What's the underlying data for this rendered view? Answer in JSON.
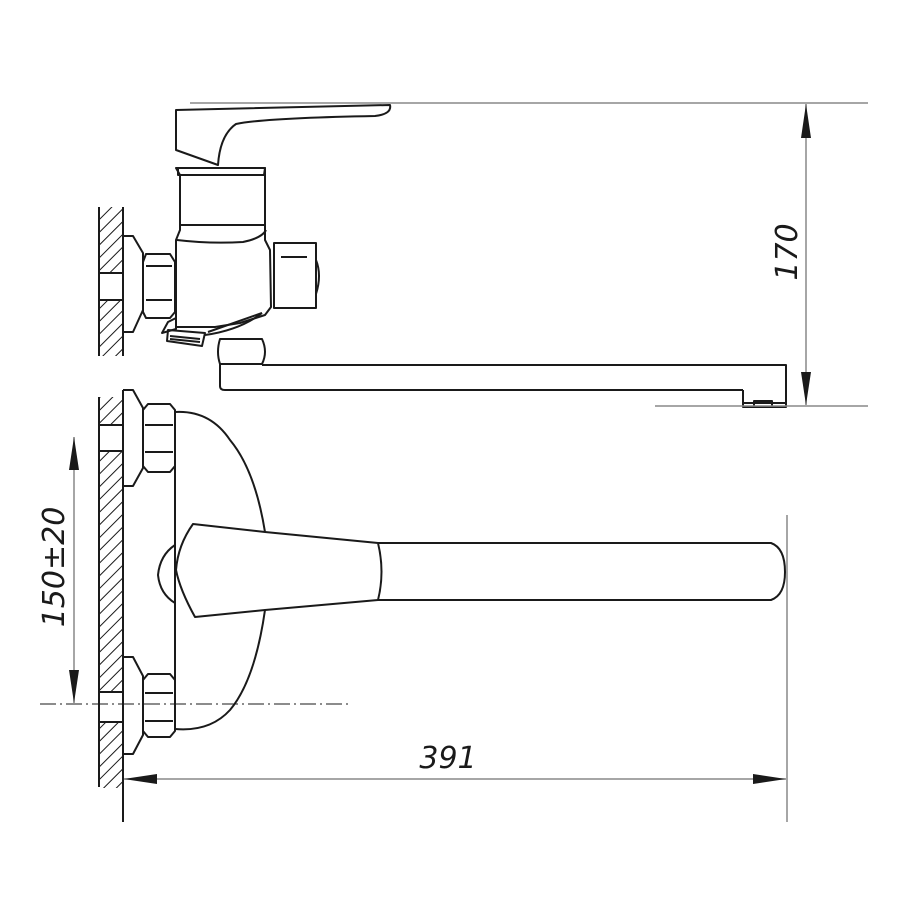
{
  "drawing": {
    "subject": "Wall-mounted single-lever bath mixer with long swivel spout",
    "views": [
      "side-view",
      "top-view"
    ],
    "line_color": "#1a1a1a",
    "dim_line_color": "#888888",
    "hatch_color": "#1a1a1a"
  },
  "dimensions": {
    "height": "170",
    "center_distance": "150±20",
    "spout_reach": "391"
  }
}
